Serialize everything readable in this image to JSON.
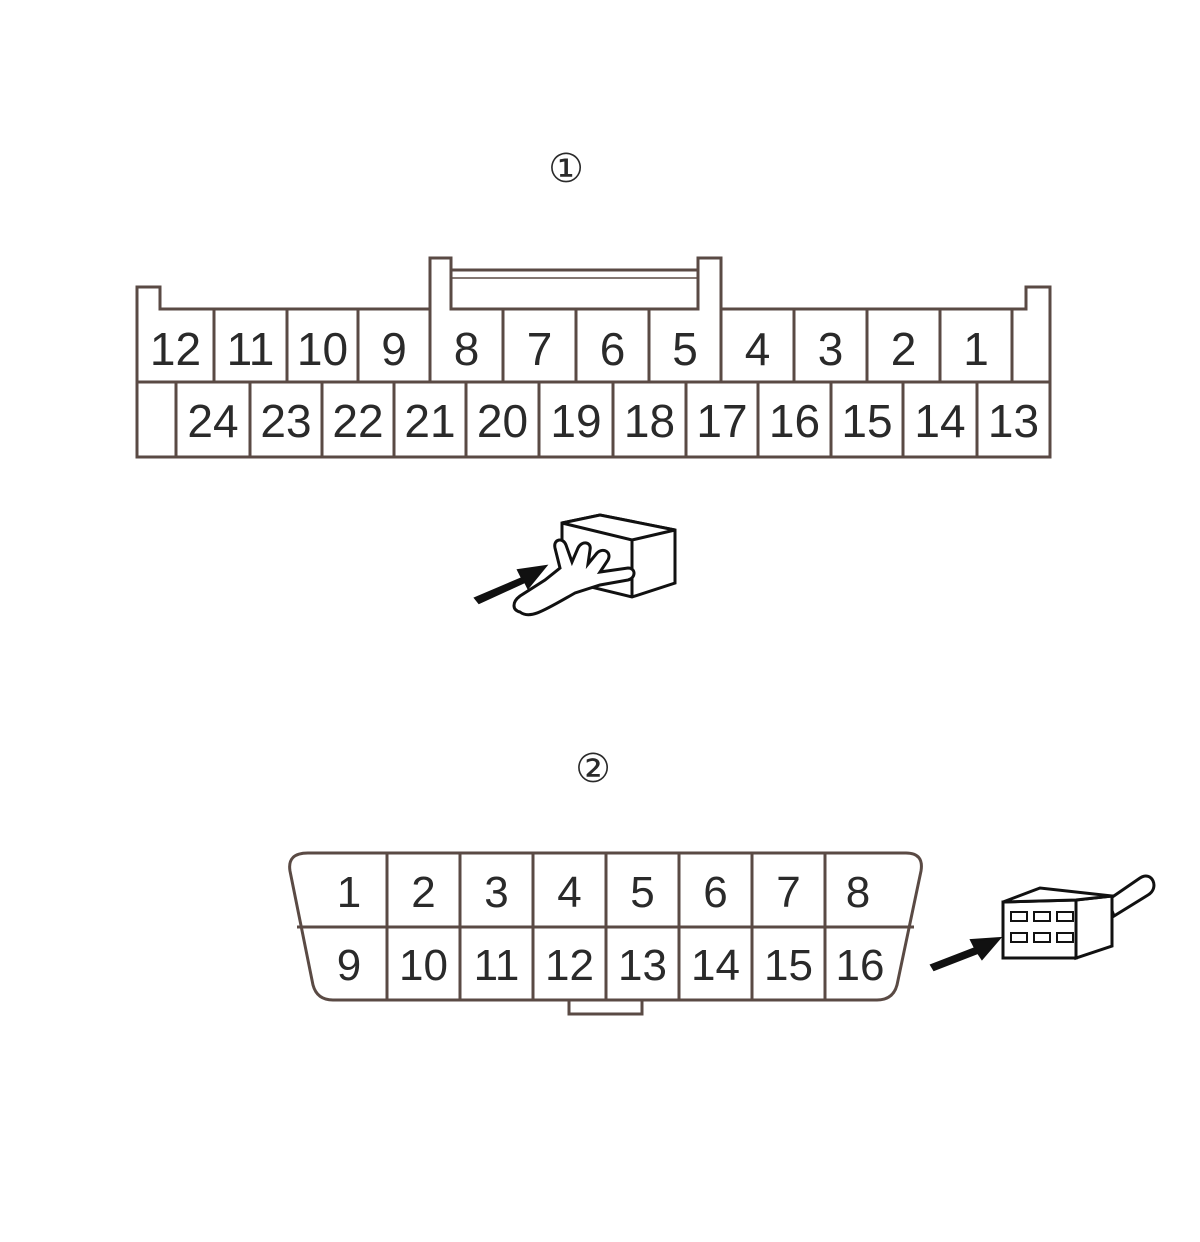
{
  "connector1": {
    "label": "①",
    "top_row": [
      "12",
      "11",
      "10",
      "9",
      "8",
      "7",
      "6",
      "5",
      "4",
      "3",
      "2",
      "1"
    ],
    "bottom_row": [
      "24",
      "23",
      "22",
      "21",
      "20",
      "19",
      "18",
      "17",
      "16",
      "15",
      "14",
      "13"
    ]
  },
  "connector2": {
    "label": "②",
    "top_row": [
      "1",
      "2",
      "3",
      "4",
      "5",
      "6",
      "7",
      "8"
    ],
    "bottom_row": [
      "9",
      "10",
      "11",
      "12",
      "13",
      "14",
      "15",
      "16"
    ]
  },
  "colors": {
    "outline": "#5a4a44",
    "text": "#2a2a2a",
    "arrow": "#111111"
  }
}
